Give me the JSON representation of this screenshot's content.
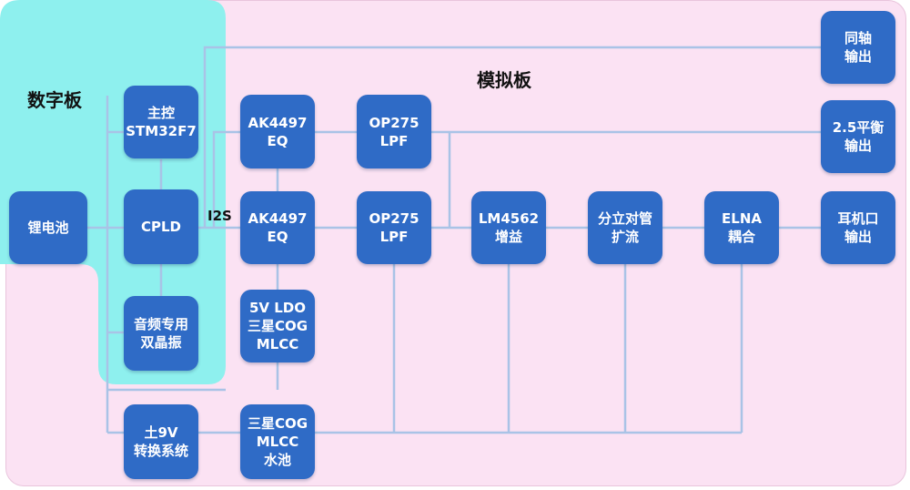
{
  "regions": {
    "digital": "数字板",
    "analog": "模拟板"
  },
  "bus_label": "I2S",
  "colors": {
    "node": "#2f6bc6",
    "digital_board": "#8ef0ee",
    "analog_board": "#fbe2f3",
    "wire": "#a9c3e6"
  },
  "nodes": [
    {
      "id": "battery",
      "lines": [
        "锂电池"
      ]
    },
    {
      "id": "mcu",
      "lines": [
        "主控",
        "STM32F7"
      ]
    },
    {
      "id": "cpld",
      "lines": [
        "CPLD"
      ]
    },
    {
      "id": "osc",
      "lines": [
        "音频专用",
        "双晶振"
      ]
    },
    {
      "id": "psu",
      "lines": [
        "土9V",
        "转换系统"
      ]
    },
    {
      "id": "dac1",
      "lines": [
        "AK4497",
        "EQ"
      ]
    },
    {
      "id": "dac2",
      "lines": [
        "AK4497",
        "EQ"
      ]
    },
    {
      "id": "ldo",
      "lines": [
        "5V LDO",
        "三星COG",
        "MLCC"
      ]
    },
    {
      "id": "pool",
      "lines": [
        "三星COG",
        "MLCC",
        "水池"
      ]
    },
    {
      "id": "lpf1",
      "lines": [
        "OP275",
        "LPF"
      ]
    },
    {
      "id": "lpf2",
      "lines": [
        "OP275",
        "LPF"
      ]
    },
    {
      "id": "gain",
      "lines": [
        "LM4562",
        "增益"
      ]
    },
    {
      "id": "amp",
      "lines": [
        "分立对管",
        "扩流"
      ]
    },
    {
      "id": "elna",
      "lines": [
        "ELNA",
        "耦合"
      ]
    },
    {
      "id": "coax",
      "lines": [
        "同轴",
        "输出"
      ]
    },
    {
      "id": "balanced",
      "lines": [
        "2.5平衡",
        "输出"
      ]
    },
    {
      "id": "headphone",
      "lines": [
        "耳机口",
        "输出"
      ]
    }
  ]
}
